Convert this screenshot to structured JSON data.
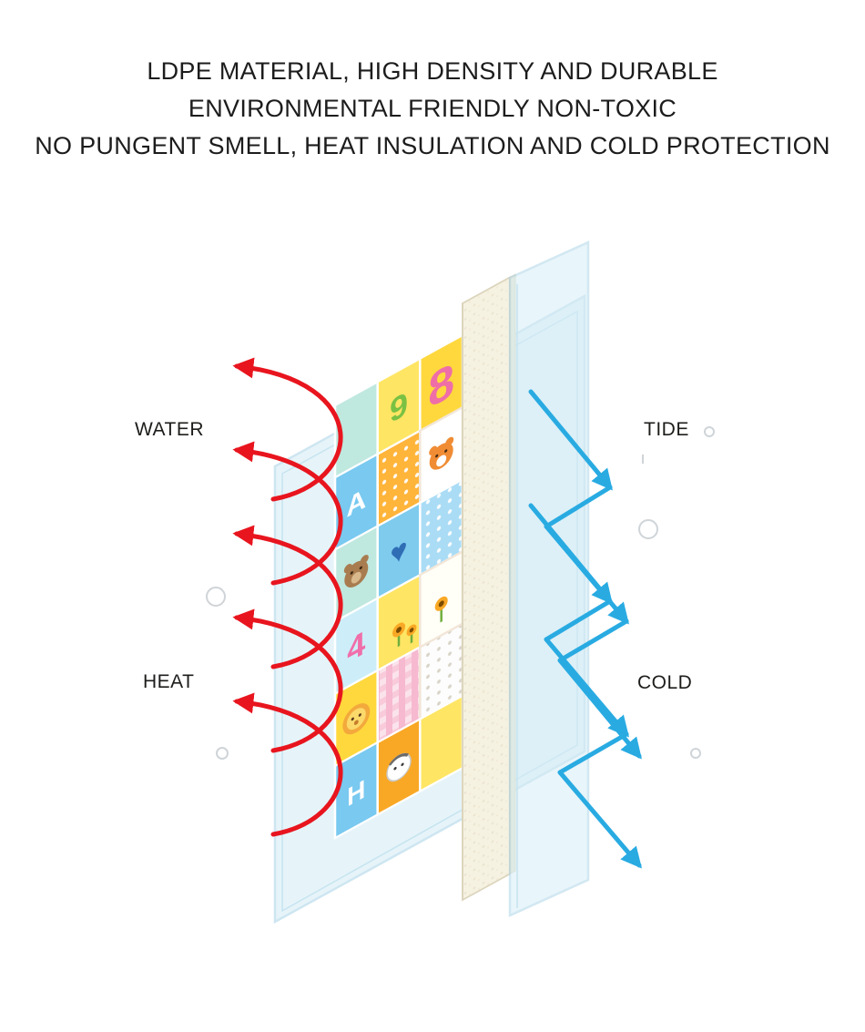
{
  "title": {
    "line1": "LDPE MATERIAL, HIGH DENSITY AND DURABLE",
    "line2": "ENVIRONMENTAL FRIENDLY NON-TOXIC",
    "line3": "NO PUNGENT SMELL, HEAT INSULATION AND COLD PROTECTION"
  },
  "labels": {
    "water": "WATER",
    "heat": "HEAT",
    "tide": "TIDE",
    "cold": "COLD"
  },
  "mat": {
    "glyphs": {
      "nine": "9",
      "eight": "8",
      "letter_a": "A",
      "heart": "♥",
      "four": "4",
      "letter_h": "H"
    }
  },
  "colors": {
    "red": "#e8151e",
    "blue": "#29abe2",
    "sheet": "#d6edf6",
    "sheet_edge": "#aed6e8",
    "foam": "#f6f2e2",
    "foam_edge": "#dcd5bd",
    "text": "#1d1d1b"
  }
}
